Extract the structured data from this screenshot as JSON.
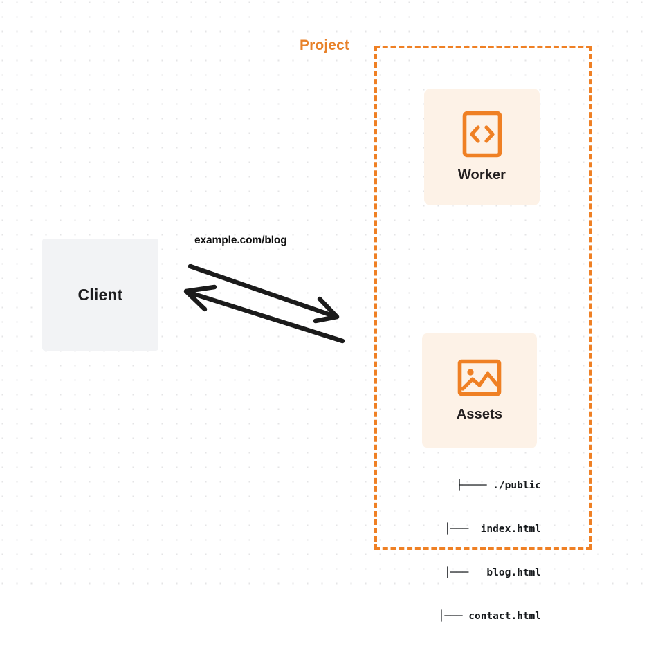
{
  "diagram": {
    "title": "Worker with static assets request flow",
    "background": {
      "style": "dot-grid",
      "dot_color": "#e4e4e6",
      "page_color": "#ffffff"
    },
    "colors": {
      "accent_orange": "#ef8024",
      "title_orange": "#e8822a",
      "card_bg": "#fdf2e7",
      "client_bg": "#f2f3f5",
      "text_dark": "#1d1d1f",
      "arrow": "#1b1b1b"
    },
    "client": {
      "label": "Client"
    },
    "edge": {
      "label": "example.com/blog",
      "request_direction": "client-to-project",
      "response_direction": "project-to-client"
    },
    "project": {
      "title": "Project",
      "border_style": "dashed",
      "nodes": [
        {
          "id": "worker",
          "label": "Worker",
          "icon": "code-brackets-icon"
        },
        {
          "id": "assets",
          "label": "Assets",
          "icon": "image-icon"
        }
      ]
    },
    "file_tree": {
      "lines": [
        "├──── ./public",
        "│───  index.html",
        "│───   blog.html",
        "│─── contact.html"
      ],
      "entries": [
        "./public",
        "index.html",
        "blog.html",
        "contact.html"
      ]
    }
  }
}
